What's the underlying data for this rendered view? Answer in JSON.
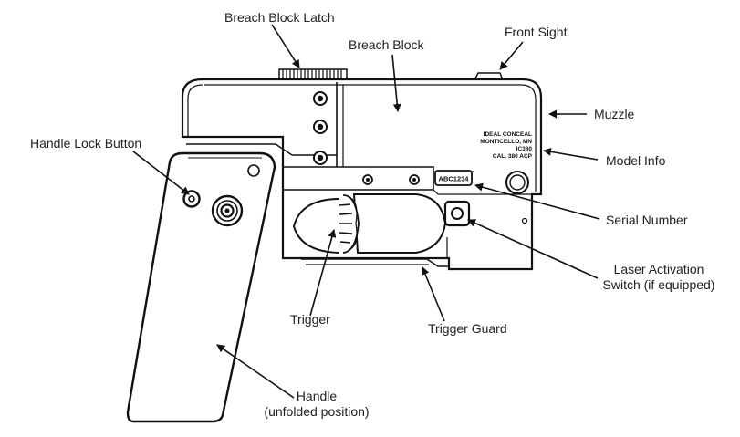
{
  "labels": {
    "breach_block_latch": "Breach Block Latch",
    "breach_block": "Breach Block",
    "front_sight": "Front Sight",
    "muzzle": "Muzzle",
    "model_info": "Model Info",
    "handle_lock_button": "Handle Lock Button",
    "serial_number": "Serial Number",
    "laser_switch_line1": "Laser Activation",
    "laser_switch_line2": "Switch (if equipped)",
    "trigger": "Trigger",
    "trigger_guard": "Trigger Guard",
    "handle_line1": "Handle",
    "handle_line2": "(unfolded position)"
  },
  "engraving": {
    "line1": "IDEAL CONCEAL",
    "line2": "MONTICELLO, MN",
    "line3": "IC380",
    "line4": "CAL. 380 ACP",
    "serial": "ABC1234"
  }
}
